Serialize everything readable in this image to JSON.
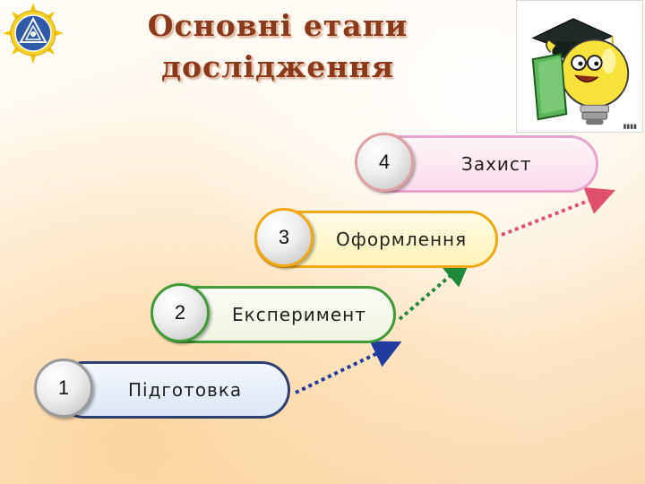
{
  "title": {
    "line1": "Основні етапи",
    "line2": "дослідження"
  },
  "logo_icon": "institution-emblem-icon",
  "mascot_icon": "graduate-lightbulb-icon",
  "stages": [
    {
      "number": "1",
      "label": "Підготовка",
      "border": "#2e3f73",
      "fill": "#e6eef9"
    },
    {
      "number": "2",
      "label": "Експеримент",
      "border": "#3f9b35",
      "fill": "#f2f7e8"
    },
    {
      "number": "3",
      "label": "Оформлення",
      "border": "#f2a813",
      "fill": "#fff8d0"
    },
    {
      "number": "4",
      "label": "Захист",
      "border": "#e8a3cf",
      "fill": "#fdeaf3"
    }
  ],
  "connector_colors": [
    "#1f3ba0",
    "#1f8a3a",
    "#e0506a"
  ]
}
